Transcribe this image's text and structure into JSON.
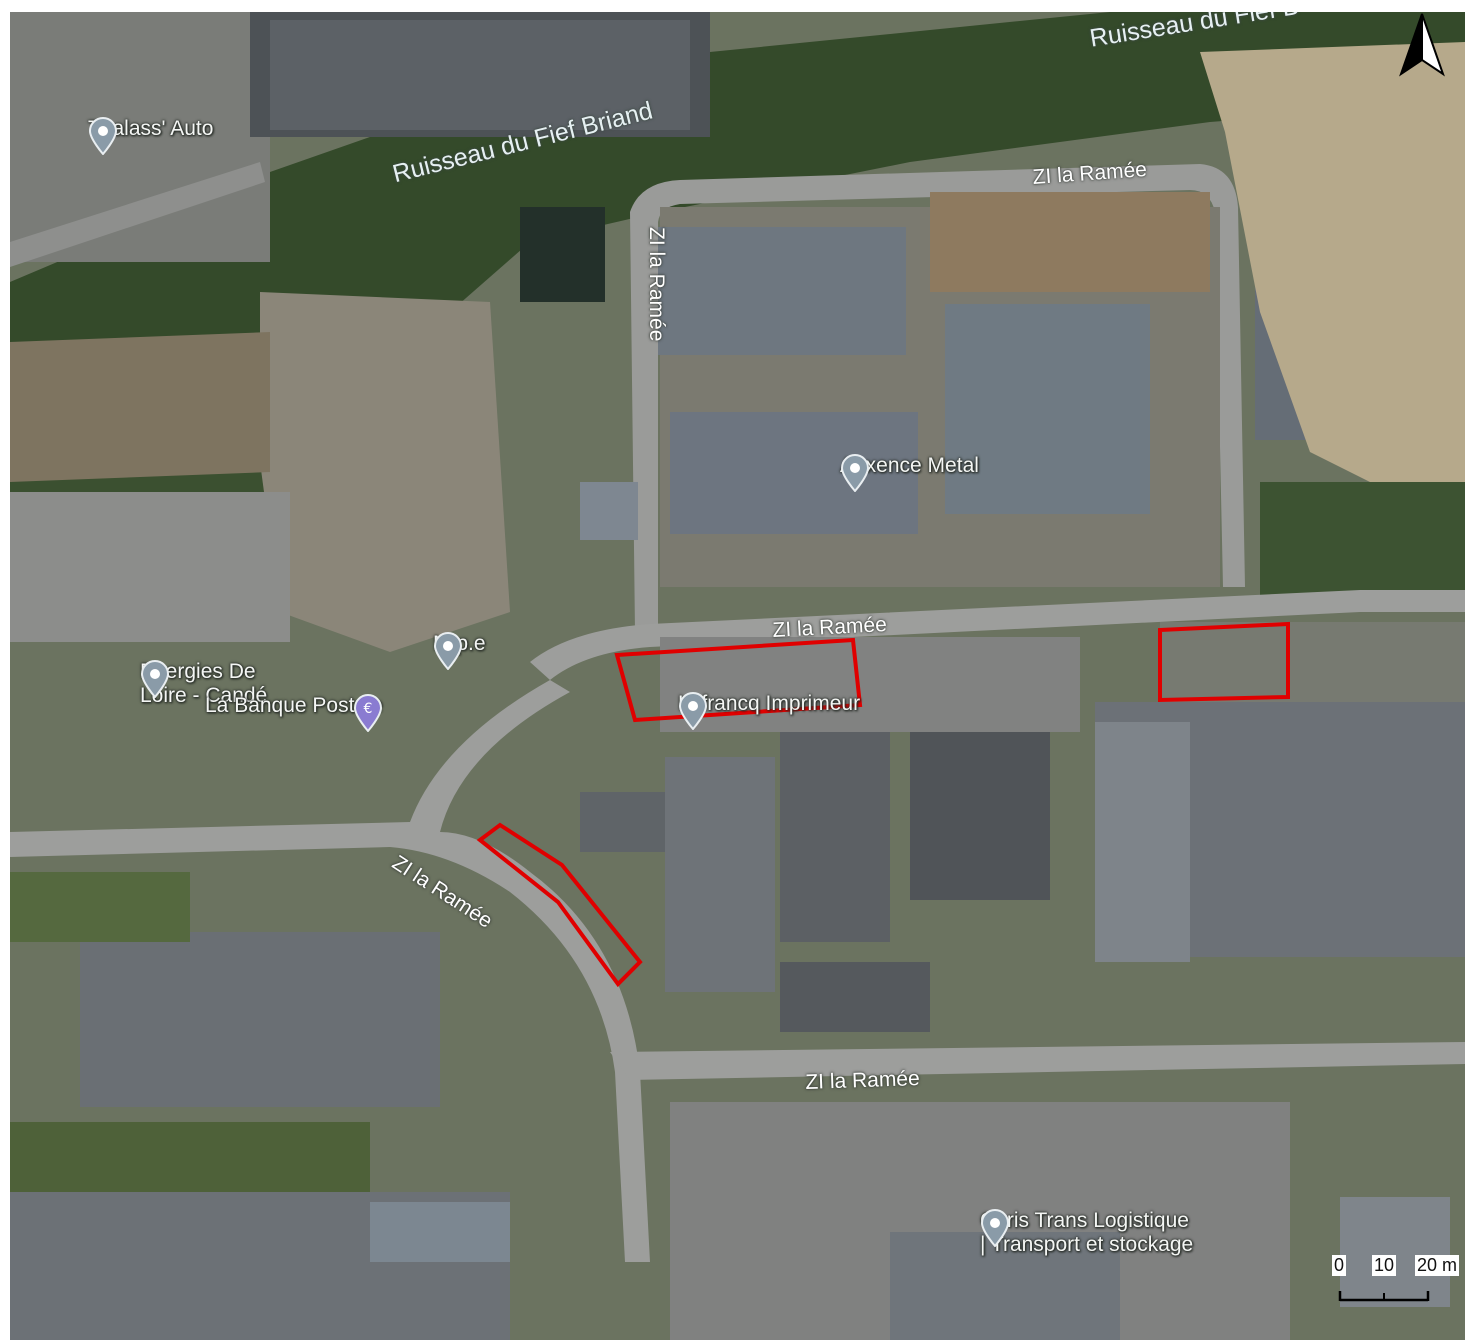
{
  "map": {
    "streams": [
      {
        "name": "Ruisseau du Fief Briand"
      },
      {
        "name": "Ruisseau du Fief B"
      }
    ],
    "roads": [
      {
        "id": "top",
        "name": "ZI la Ramée"
      },
      {
        "id": "vertical",
        "name": "ZI la Ramée"
      },
      {
        "id": "middle",
        "name": "ZI la Ramée"
      },
      {
        "id": "curve",
        "name": "ZI la Ramée"
      },
      {
        "id": "bottom",
        "name": "ZI la Ramée"
      }
    ],
    "pois": [
      {
        "id": "thalass",
        "name": "Thalass' Auto",
        "icon": "map-pin-icon"
      },
      {
        "id": "auxence",
        "name": "Auxence Metal",
        "icon": "map-pin-icon"
      },
      {
        "id": "mpe",
        "name": "M.p.e",
        "icon": "map-pin-icon"
      },
      {
        "id": "energies",
        "name_lines": [
          "Energies De",
          "Loire - Candé"
        ],
        "icon": "map-pin-icon"
      },
      {
        "id": "banque",
        "name": "La Banque Postale",
        "icon": "euro-pin-icon"
      },
      {
        "id": "lefrancq",
        "name": "Lefrancq Imprimeur",
        "icon": "map-pin-icon"
      },
      {
        "id": "chris",
        "name_lines": [
          "Chris Trans Logistique",
          "| Transport et stockage"
        ],
        "icon": "map-pin-icon"
      }
    ],
    "highlight_color": "#e00000",
    "highlighted_areas_count": 3,
    "north_arrow": {
      "icon": "north-arrow-icon"
    },
    "scale_bar": {
      "labels": [
        "0",
        "10",
        "20 m"
      ]
    }
  }
}
